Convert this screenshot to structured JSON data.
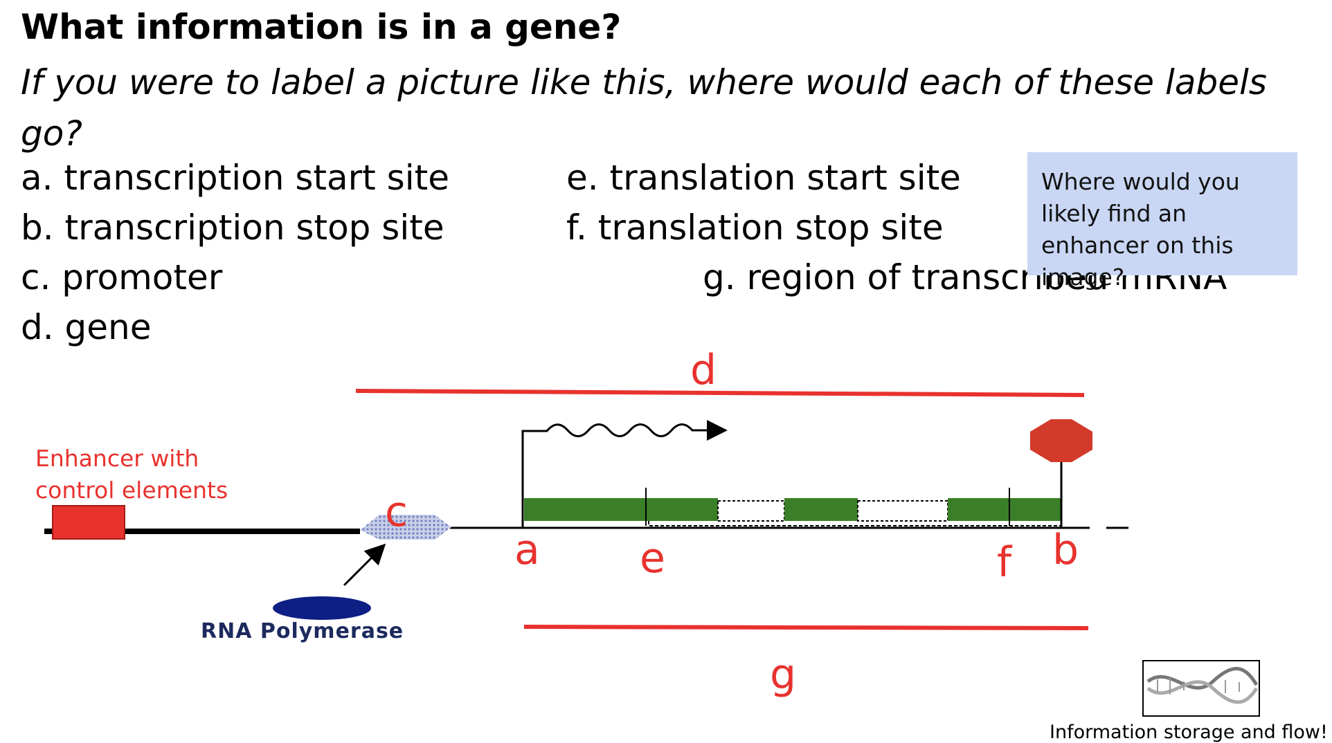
{
  "heading": {
    "title": "What information is in a gene?",
    "question": "If you were to label a picture like this, where would each of these labels go?"
  },
  "options": {
    "a": "a. transcription start site",
    "b": "b. transcription stop site",
    "c": "c. promoter",
    "d": "d. gene",
    "e": "e. translation start site",
    "f": "f. translation stop site",
    "g": "g. region of transcribed mRNA"
  },
  "callout": {
    "line1": "Where would you",
    "line2": "likely find an",
    "line3": "enhancer on this",
    "line4": "image?"
  },
  "diagram": {
    "enhancer_label_line1": "Enhancer with",
    "enhancer_label_line2": "control elements",
    "polymerase_label": "RNA Polymerase",
    "markers": {
      "a": "a",
      "b": "b",
      "c": "c",
      "d": "d",
      "e": "e",
      "f": "f",
      "g": "g"
    },
    "colors": {
      "label_red": "#e8322e",
      "exon_green": "#3a7f27",
      "stop_sign": "#d23a2a",
      "polymerase": "#0d1f85",
      "promoter_blob": "#aeb8dc",
      "callout_bg": "#c9d7f4"
    }
  },
  "footer": {
    "caption": "Information storage and flow!",
    "icon": "dna-helix-icon"
  }
}
